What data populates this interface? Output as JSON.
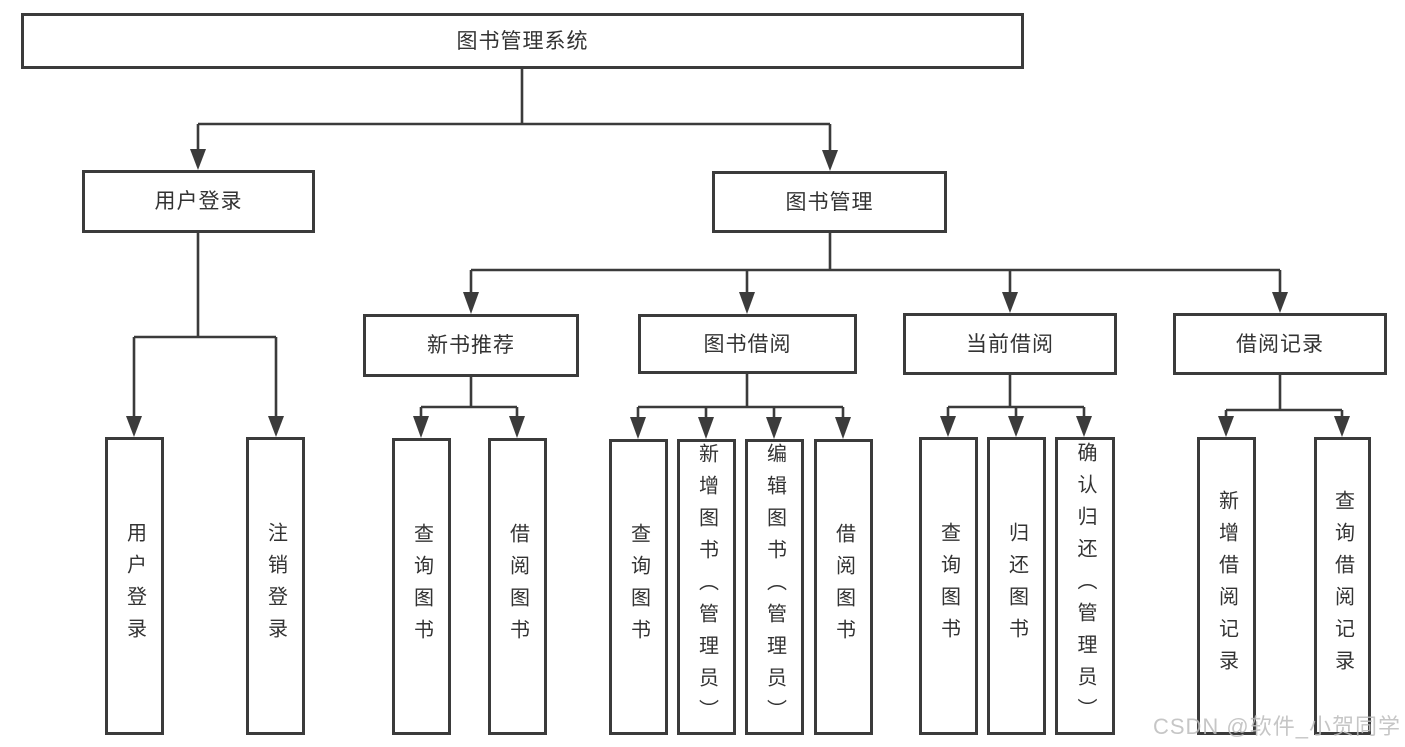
{
  "diagram": {
    "title": "图书管理系统",
    "root": {
      "label": "图书管理系统"
    },
    "level2": [
      {
        "label": "用户登录"
      },
      {
        "label": "图书管理"
      }
    ],
    "level3": [
      {
        "label": "新书推荐"
      },
      {
        "label": "图书借阅"
      },
      {
        "label": "当前借阅"
      },
      {
        "label": "借阅记录"
      }
    ],
    "leaves": {
      "user_login": [
        "用户登录",
        "注销登录"
      ],
      "new_book": [
        "查询图书",
        "借阅图书"
      ],
      "book_borrow": [
        "查询图书",
        "新增图书（管理员）",
        "编辑图书（管理员）",
        "借阅图书"
      ],
      "current_borrow": [
        "查询图书",
        "归还图书",
        "确认归还（管理员）"
      ],
      "borrow_record": [
        "新增借阅记录",
        "查询借阅记录"
      ]
    },
    "line_color": "#3b3b3b",
    "text_color": "#333333"
  },
  "watermark": {
    "text": "CSDN @软件_小贺同学"
  }
}
